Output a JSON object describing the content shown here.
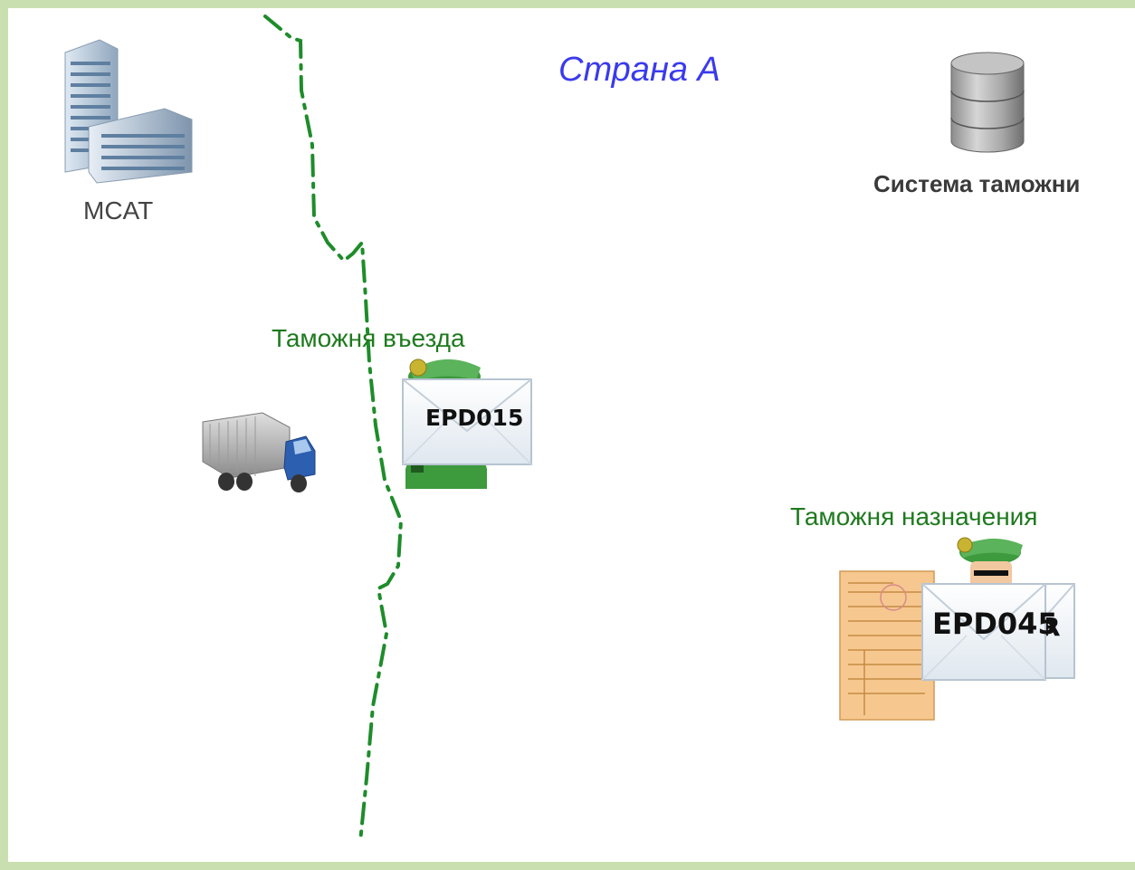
{
  "title": "Страна А",
  "nodes": {
    "office": "MCAT",
    "customs_system": "Система таможни",
    "entry_customs": "Таможня въезда",
    "destination_customs": "Таможня назначения"
  },
  "messages": {
    "entry_message": "EPD015",
    "destination_message": "EPD045",
    "hidden_letter": "R"
  },
  "colors": {
    "frame": "#c9dfb0",
    "border_line": "#1e8c2a",
    "title": "#3a3aee",
    "customs_label": "#1e7a1e"
  },
  "icons": [
    "office-building-icon",
    "database-icon",
    "truck-icon",
    "customs-officer-icon",
    "envelope-icon",
    "document-icon"
  ]
}
